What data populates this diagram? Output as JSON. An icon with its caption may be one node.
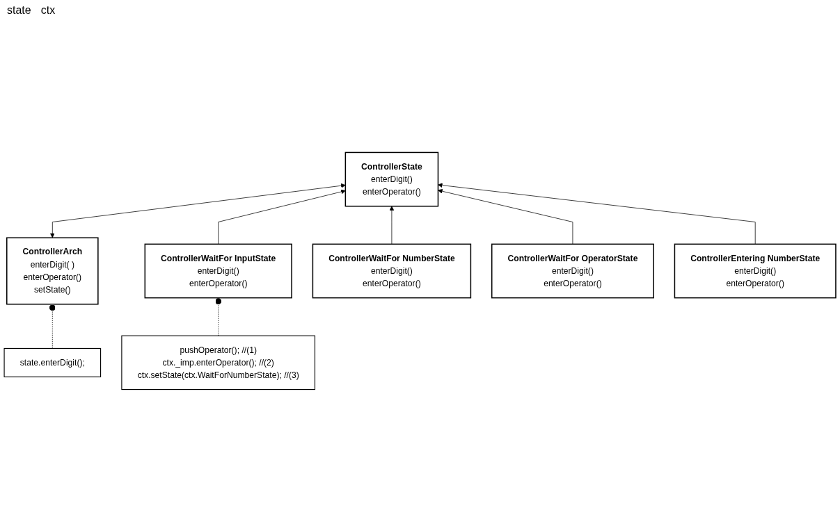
{
  "diagram": {
    "nodes": [
      {
        "text": [
          "ControllerArch",
          "enterDigit( )",
          "enterOperator()",
          "setState()"
        ]
      },
      {
        "text": [
          "ControllerState",
          "enterDigit()",
          "enterOperator()"
        ]
      },
      {
        "text": [
          "state.enterDigit();"
        ]
      },
      {
        "text": [
          "ControllerWaitFor InputState",
          "enterDigit()",
          "enterOperator()"
        ]
      },
      {
        "text": [
          "ControllerWaitFor NumberState",
          "enterDigit()",
          "enterOperator()"
        ]
      },
      {
        "text": [
          "ControllerWaitFor OperatorState",
          "enterDigit()",
          "enterOperator()"
        ]
      },
      {
        "text": [
          "ControllerEntering NumberState",
          "enterDigit()",
          "enterOperator()"
        ]
      },
      {
        "text": [
          "pushOperator(); //(1)",
          "ctx._imp.enterOperator(); //(2)",
          "ctx.setState(ctx.WaitForNumberState); //(3)"
        ]
      }
    ],
    "edges": [
      {
        "from": 0,
        "to": 1,
        "arrow": "both"
      },
      {
        "from": 2,
        "to": 0,
        "arrow": "other",
        "style": "dashed"
      },
      {
        "from": 3,
        "to": 1,
        "arrow": "to"
      },
      {
        "from": 4,
        "to": 1,
        "arrow": "to"
      },
      {
        "from": 5,
        "to": 1,
        "arrow": "to"
      },
      {
        "from": 6,
        "to": 1,
        "arrow": "to"
      },
      {
        "from": 7,
        "to": 3,
        "arrow": "other",
        "style": "dashed"
      }
    ],
    "labels": [
      "state",
      "ctx"
    ]
  }
}
